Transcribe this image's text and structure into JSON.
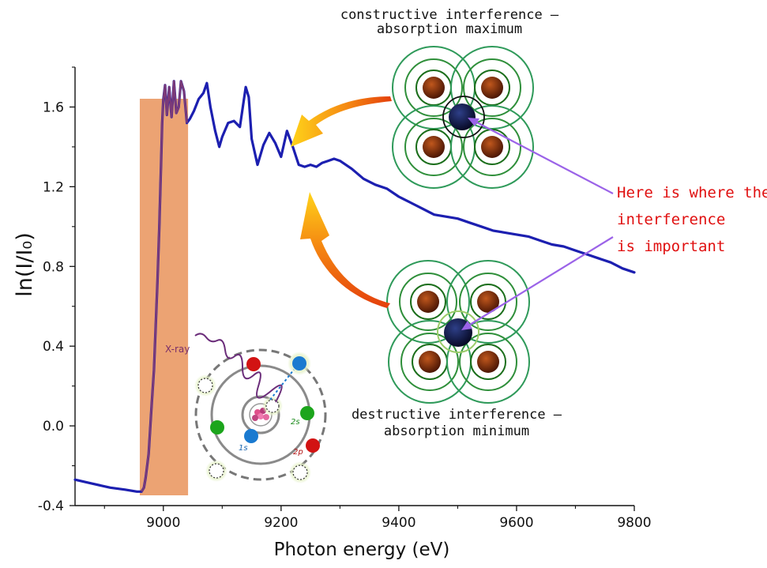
{
  "chart_data": {
    "type": "line",
    "xlabel": "Photon energy (eV)",
    "ylabel": "ln(I/I₀)",
    "xlim": [
      8850,
      9800
    ],
    "ylim": [
      -0.4,
      1.8
    ],
    "xticks": [
      "9000",
      "9200",
      "9400",
      "9600",
      "9800"
    ],
    "yticks": [
      "-0.4",
      "0.0",
      "0.4",
      "0.8",
      "1.2",
      "1.6"
    ],
    "grid": false,
    "highlight_band": {
      "x": [
        8960,
        9042
      ],
      "color": "#e9935a"
    },
    "series": [
      {
        "color": "#1c1fb0",
        "x": [
          8850,
          8880,
          8910,
          8935,
          8955,
          8963,
          8967,
          8970,
          8975,
          8980,
          8984,
          8987,
          8990,
          8993,
          8996,
          8998,
          9000,
          9003,
          9006,
          9010,
          9014,
          9018,
          9022,
          9026,
          9030,
          9035,
          9040,
          9045,
          9052,
          9060,
          9068,
          9074,
          9080,
          9088,
          9095,
          9100,
          9110,
          9120,
          9130,
          9140,
          9145,
          9150,
          9160,
          9170,
          9180,
          9190,
          9200,
          9210,
          9220,
          9230,
          9240,
          9250,
          9260,
          9270,
          9280,
          9290,
          9300,
          9320,
          9340,
          9360,
          9380,
          9400,
          9420,
          9440,
          9460,
          9480,
          9500,
          9520,
          9540,
          9560,
          9580,
          9600,
          9620,
          9640,
          9660,
          9680,
          9700,
          9720,
          9740,
          9760,
          9780,
          9800
        ],
        "y": [
          -0.27,
          -0.29,
          -0.31,
          -0.32,
          -0.33,
          -0.33,
          -0.31,
          -0.26,
          -0.14,
          0.1,
          0.28,
          0.5,
          0.72,
          0.99,
          1.3,
          1.52,
          1.64,
          1.71,
          1.56,
          1.7,
          1.55,
          1.73,
          1.57,
          1.6,
          1.73,
          1.68,
          1.52,
          1.54,
          1.58,
          1.64,
          1.67,
          1.72,
          1.6,
          1.48,
          1.4,
          1.45,
          1.52,
          1.53,
          1.5,
          1.7,
          1.65,
          1.44,
          1.31,
          1.41,
          1.47,
          1.42,
          1.35,
          1.48,
          1.4,
          1.31,
          1.3,
          1.31,
          1.3,
          1.32,
          1.33,
          1.34,
          1.33,
          1.29,
          1.24,
          1.21,
          1.19,
          1.15,
          1.12,
          1.09,
          1.06,
          1.05,
          1.04,
          1.02,
          1.0,
          0.98,
          0.97,
          0.96,
          0.95,
          0.93,
          0.91,
          0.9,
          0.88,
          0.86,
          0.84,
          0.82,
          0.79,
          0.77
        ]
      }
    ]
  },
  "annotations": {
    "constructive_line1": "constructive interference –",
    "constructive_line2": "absorption maximum",
    "destructive_line1": "destructive interference –",
    "destructive_line2": "absorption minimum",
    "note_line1": "Here is where the",
    "note_line2": "interference",
    "note_line3": "is important",
    "xray_label": "X-ray",
    "orbital_1s": "1s",
    "orbital_2s": "2s",
    "orbital_2p": "2p"
  },
  "colors": {
    "curve": "#1c1fb0",
    "band": "#e9935a",
    "ring": "#2d8a2d",
    "absorber": "#0d1540",
    "neighbor": "#7a2a0a",
    "note": "#e01010",
    "pointer": "#9b63e8",
    "arrow_orange": "#f07a10"
  }
}
